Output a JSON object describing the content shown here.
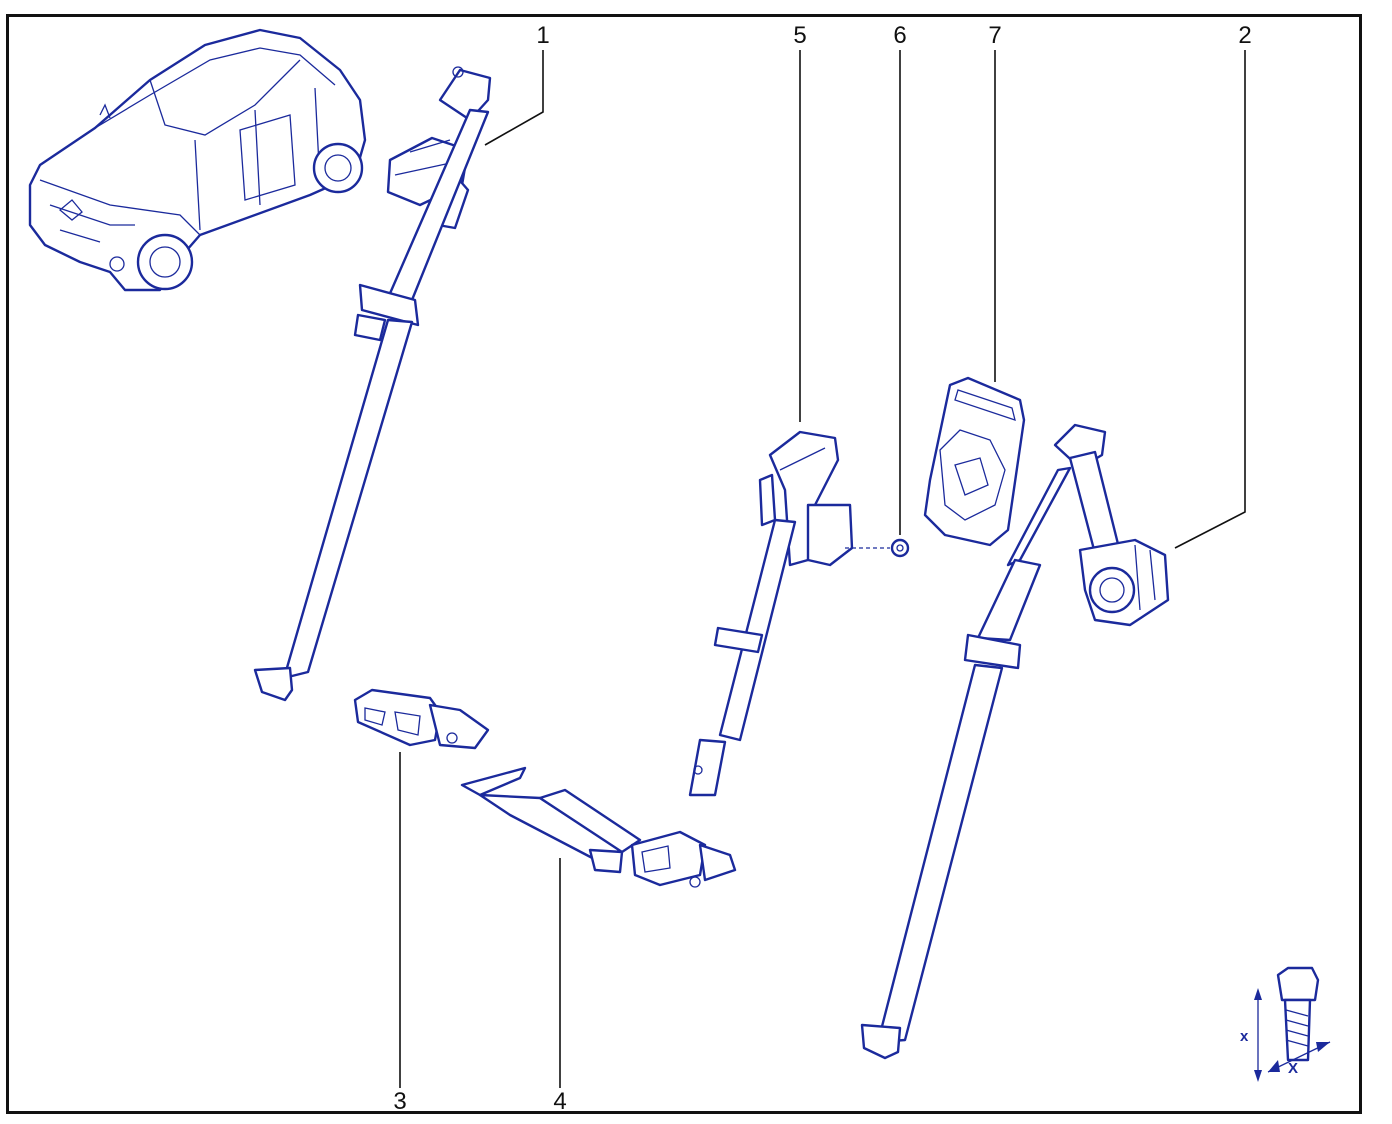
{
  "callouts": {
    "c1": "1",
    "c2": "2",
    "c3": "3",
    "c4": "4",
    "c5": "5",
    "c6": "6",
    "c7": "7"
  },
  "torque_symbol": {
    "length_label": "x",
    "diameter_label": "X"
  },
  "colors": {
    "line_art": "#1b2a9c",
    "callout_text": "#111111",
    "frame": "#111111"
  }
}
